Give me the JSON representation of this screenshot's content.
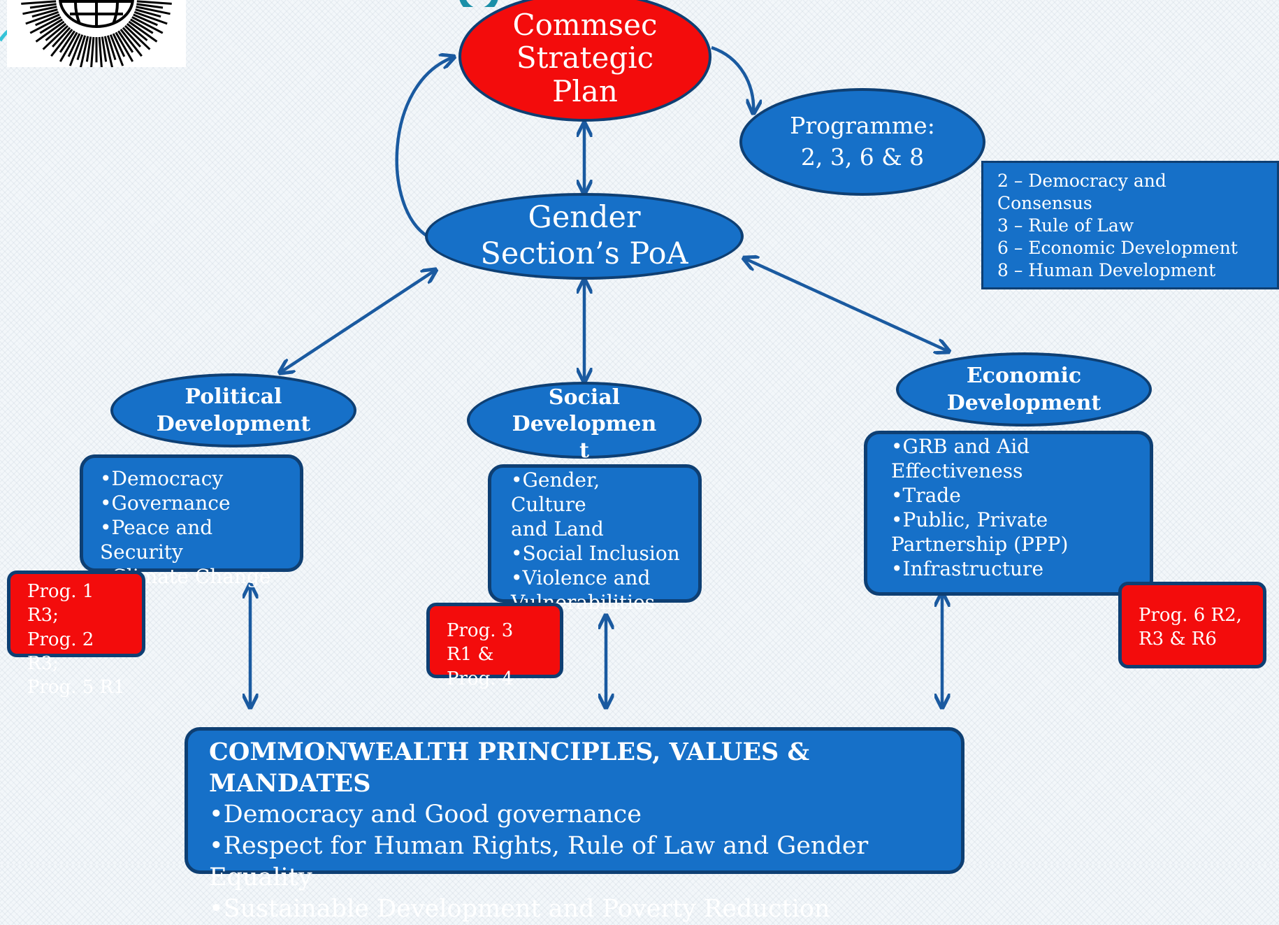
{
  "top_node": {
    "lines": [
      "Commsec",
      "Strategic",
      "Plan"
    ]
  },
  "programme_node": {
    "lines": [
      "Programme:",
      "2, 3, 6 & 8"
    ]
  },
  "programme_legend": [
    "2 – Democracy and Consensus",
    "3 – Rule of Law",
    "6 – Economic Development",
    "8 – Human Development"
  ],
  "center_node": {
    "lines": [
      "Gender",
      "Section’s PoA"
    ]
  },
  "political": {
    "title": [
      "Political",
      "Development"
    ],
    "items": [
      "•Democracy",
      "•Governance",
      "•Peace and Security",
      "•Climate Change"
    ],
    "progs": [
      "Prog.  1  R3;",
      "Prog.  2  R3;",
      "Prog. 5 R1"
    ]
  },
  "social": {
    "title": [
      "Social",
      "Developmen",
      "t"
    ],
    "items": [
      "•Gender, Culture",
      "and Land",
      "•Social Inclusion",
      "•Violence and",
      "Vulnerabilities"
    ],
    "progs": [
      "Prog. 3 R1 &",
      "Prog. 4"
    ]
  },
  "economic": {
    "title": [
      "Economic",
      "Development"
    ],
    "items": [
      "•GRB and Aid",
      "Effectiveness",
      "•Trade",
      "•Public, Private",
      "Partnership (PPP)",
      "•Infrastructure"
    ],
    "progs": [
      "Prog.  6  R2,",
      "R3 & R6"
    ]
  },
  "principles": {
    "heading": "COMMONWEALTH PRINCIPLES, VALUES & MANDATES",
    "items": [
      "•Democracy and Good governance",
      "•Respect for Human Rights, Rule of Law and Gender Equality",
      "•Sustainable Development and Poverty Reduction"
    ]
  },
  "colors": {
    "node_blue": "#1670c8",
    "node_red": "#f30c0c",
    "border_navy": "#0e3f73",
    "arrow_blue": "#1a5aa0"
  }
}
